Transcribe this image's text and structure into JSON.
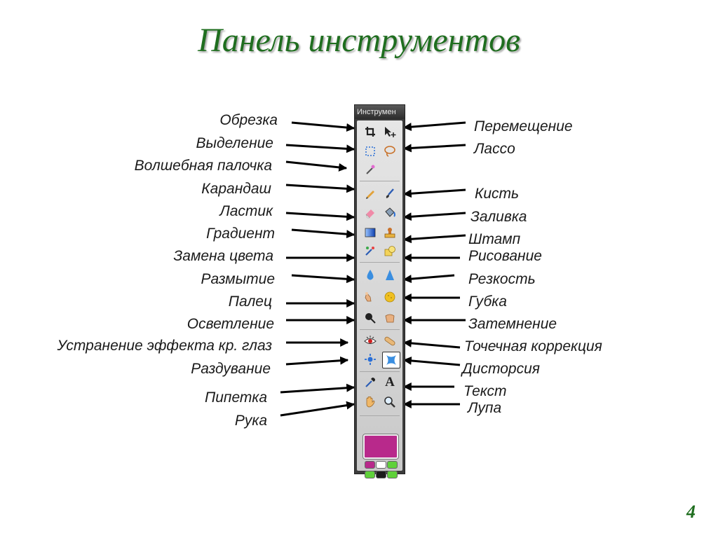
{
  "title": "Панель инструментов",
  "page_number": "4",
  "toolbar": {
    "header": "Инструмен",
    "main_color": "#b8298b",
    "swatch_colors": [
      "#b8298b",
      "#ffffff",
      "#5fd13a",
      "#5fd13a",
      "#1c1c1c",
      "#5fd13a"
    ]
  },
  "left_labels": [
    "Обрезка",
    "Выделение",
    "Волшебная палочка",
    "Карандаш",
    "Ластик",
    "Градиент",
    "Замена цвета",
    "Размытие",
    "Палец",
    "Осветление",
    "Устранение эффекта кр. глаз",
    "Раздувание",
    "Пипетка",
    "Рука"
  ],
  "right_labels": [
    "Перемещение",
    "Лассо",
    "Кисть",
    "Заливка",
    "Штамп",
    "Рисование",
    "Резкость",
    "Губка",
    "Затемнение",
    "Точечная коррекция",
    "Дисторсия",
    "Текст",
    "Лупа"
  ],
  "tool_icons": {
    "crop": "crop-icon",
    "move": "move-icon",
    "select": "marquee-icon",
    "lasso": "lasso-icon",
    "wand": "magic-wand-icon",
    "pencil": "pencil-icon",
    "brush": "brush-icon",
    "eraser": "eraser-icon",
    "fill": "bucket-icon",
    "gradient": "gradient-icon",
    "stamp": "stamp-icon",
    "color_replace": "color-replace-icon",
    "draw": "shape-draw-icon",
    "blur": "blur-drop-icon",
    "sharpen": "sharpen-cone-icon",
    "smudge": "finger-icon",
    "sponge": "sponge-icon",
    "dodge": "dodge-icon",
    "burn": "burn-hand-icon",
    "redeye": "eye-icon",
    "spot": "bandage-icon",
    "bloat": "bloat-icon",
    "distort": "distort-icon",
    "eyedropper": "eyedropper-icon",
    "text": "text-icon",
    "hand": "hand-icon",
    "zoom": "magnifier-icon"
  }
}
